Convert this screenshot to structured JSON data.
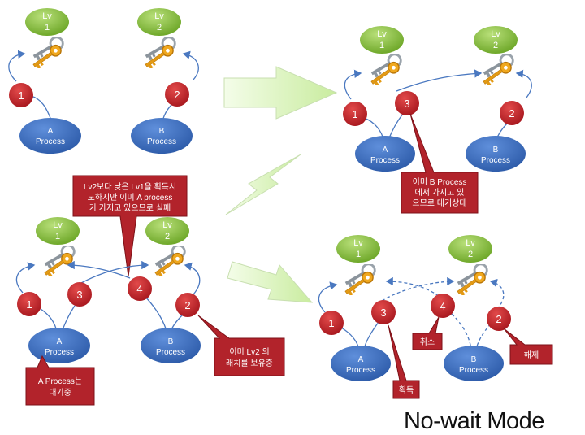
{
  "title": "No-wait Mode",
  "colors": {
    "lv_fill": "#8bc43f",
    "process_fill": "#3f6fbf",
    "step_fill": "#c2222a",
    "callout_fill": "#b2232b",
    "arrow_fill": "#dff5c4"
  },
  "icons": [
    "key-icon",
    "green-arrow-icon"
  ],
  "panel1": {
    "lv1": [
      "Lv",
      "1"
    ],
    "lv2": [
      "Lv",
      "2"
    ],
    "step1": "1",
    "step2": "2",
    "procA": [
      "A",
      "Process"
    ],
    "procB": [
      "B",
      "Process"
    ]
  },
  "panel2": {
    "lv1": [
      "Lv",
      "1"
    ],
    "lv2": [
      "Lv",
      "2"
    ],
    "step1": "1",
    "step2": "2",
    "step3": "3",
    "procA": [
      "A",
      "Process"
    ],
    "procB": [
      "B",
      "Process"
    ],
    "callout": [
      "이미 B Process",
      "에서 가지고 있",
      "으므로 대기상태"
    ]
  },
  "panel3": {
    "lv1": [
      "Lv",
      "1"
    ],
    "lv2": [
      "Lv",
      "2"
    ],
    "step1": "1",
    "step2": "2",
    "step3": "3",
    "step4": "4",
    "procA": [
      "A",
      "Process"
    ],
    "procB": [
      "B",
      "Process"
    ],
    "callout_top": [
      "Lv2보다 낮은 Lv1을 획득시",
      "도하지만 이미 A process",
      "가 가지고 있으므로 실패"
    ],
    "callout_a": [
      "A Process는",
      "대기중"
    ],
    "callout_b": [
      "이미 Lv2 의",
      "래치를 보유중"
    ]
  },
  "panel4": {
    "lv1": [
      "Lv",
      "1"
    ],
    "lv2": [
      "Lv",
      "2"
    ],
    "step1": "1",
    "step2": "2",
    "step3": "3",
    "step4": "4",
    "procA": [
      "A",
      "Process"
    ],
    "procB": [
      "B",
      "Process"
    ],
    "callout_cancel": "취소",
    "callout_release": "해제",
    "callout_acquire": "획득"
  }
}
